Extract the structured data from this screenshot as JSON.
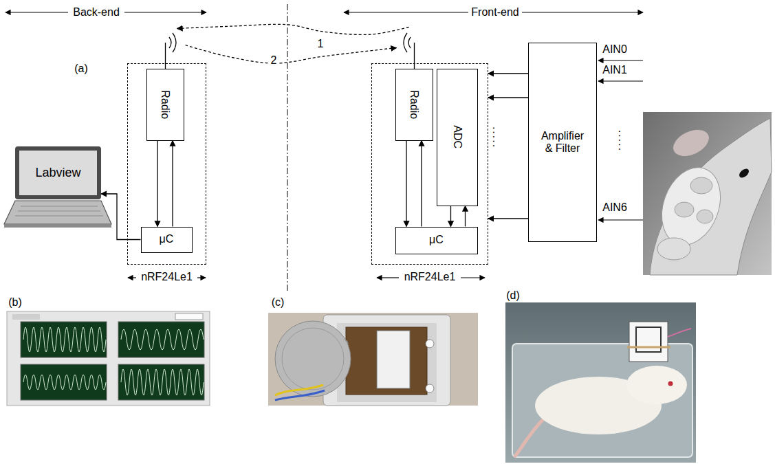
{
  "diagram": {
    "nodes": [
      {
        "text": [
          "nRF24Le1"
        ]
      },
      {
        "text": [
          "Radio"
        ],
        "in": 0
      },
      {
        "text": [
          "μC"
        ],
        "in": 0
      },
      {
        "text": [
          "Labview"
        ]
      },
      {
        "text": [
          "nRF24Le1"
        ]
      },
      {
        "text": [
          "Radio"
        ],
        "in": 4
      },
      {
        "text": [
          "ADC"
        ],
        "in": 4
      },
      {
        "text": [
          "μC"
        ],
        "in": 4
      },
      {
        "text": [
          "Amplifier & Filter"
        ]
      }
    ],
    "edges": [
      {
        "from": 2,
        "to": 1,
        "arrow": "to"
      },
      {
        "from": 1,
        "to": 2,
        "arrow": "to"
      },
      {
        "from": 2,
        "to": 3,
        "arrow": "to"
      },
      {
        "from": 5,
        "to": 1,
        "label": "1",
        "arrow": "to"
      },
      {
        "from": 1,
        "to": 5,
        "label": "2",
        "arrow": "to"
      },
      {
        "from": 7,
        "to": 5,
        "arrow": "to"
      },
      {
        "from": 5,
        "to": 7,
        "arrow": "to"
      },
      {
        "from": 6,
        "to": 7,
        "arrow": "to"
      },
      {
        "from": 7,
        "to": 6,
        "arrow": "to"
      },
      {
        "from": 8,
        "to": 4,
        "arrow": "to"
      },
      {
        "from": 8,
        "to": 4,
        "arrow": "to"
      },
      {
        "from": 8,
        "to": 4,
        "arrow": "to"
      }
    ],
    "labels": [
      "Back-end",
      "Front-end",
      "(a)",
      ".....",
      "AIN0",
      "AIN1",
      ".....",
      "AIN6",
      "(b)",
      "(c)",
      "(d)"
    ]
  }
}
